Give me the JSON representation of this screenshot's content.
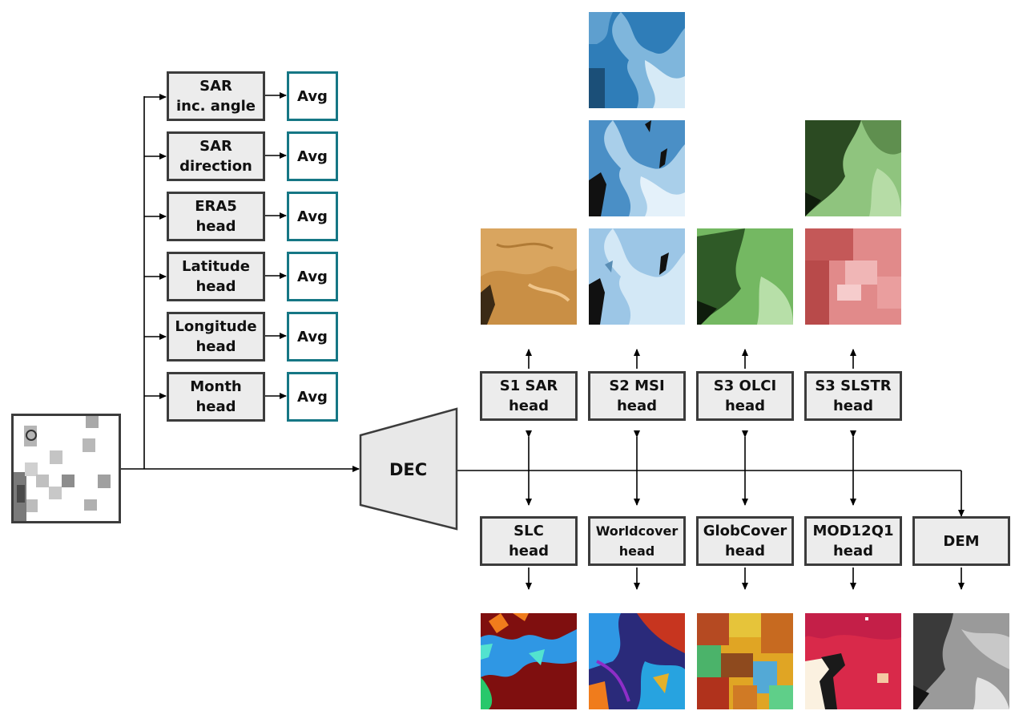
{
  "decoder": {
    "label": "DEC"
  },
  "aux_heads": [
    {
      "id": "sar-inc-angle",
      "label": "SAR\ninc. angle",
      "agg": "Avg"
    },
    {
      "id": "sar-direction",
      "label": "SAR\ndirection",
      "agg": "Avg"
    },
    {
      "id": "era5",
      "label": "ERA5\nhead",
      "agg": "Avg"
    },
    {
      "id": "latitude",
      "label": "Latitude\nhead",
      "agg": "Avg"
    },
    {
      "id": "longitude",
      "label": "Longitude\nhead",
      "agg": "Avg"
    },
    {
      "id": "month",
      "label": "Month\nhead",
      "agg": "Avg"
    }
  ],
  "recon_heads": [
    {
      "id": "s1-sar",
      "label": "S1 SAR\nhead"
    },
    {
      "id": "s2-msi",
      "label": "S2 MSI\nhead"
    },
    {
      "id": "s3-olci",
      "label": "S3 OLCI\nhead"
    },
    {
      "id": "s3-slstr",
      "label": "S3 SLSTR\nhead"
    }
  ],
  "seg_heads": [
    {
      "id": "slc",
      "label": "SLC\nhead"
    },
    {
      "id": "worldcover",
      "label": "Worldcover\nhead"
    },
    {
      "id": "globcover",
      "label": "GlobCover\nhead"
    },
    {
      "id": "mod12q1",
      "label": "MOD12Q1\nhead"
    },
    {
      "id": "dem",
      "label": "DEM"
    }
  ],
  "colors": {
    "box_fill": "#ececec",
    "box_border": "#3c3c3c",
    "avg_border": "#167785",
    "sar_tile": "#d9a55f",
    "msi_tile": "#3b86c0",
    "olci_tile": "#4f8d42",
    "slstr_tile": "#e08a8a"
  }
}
